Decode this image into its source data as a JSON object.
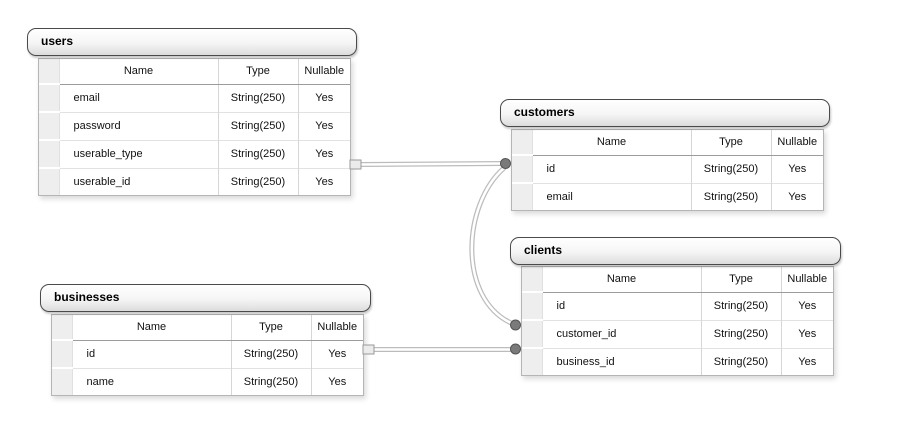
{
  "headers": {
    "name": "Name",
    "type": "Type",
    "nullable": "Nullable"
  },
  "tables": [
    {
      "name": "users",
      "rows": [
        [
          "email",
          "String(250)",
          "Yes"
        ],
        [
          "password",
          "String(250)",
          "Yes"
        ],
        [
          "userable_type",
          "String(250)",
          "Yes"
        ],
        [
          "userable_id",
          "String(250)",
          "Yes"
        ]
      ]
    },
    {
      "name": "customers",
      "rows": [
        [
          "id",
          "String(250)",
          "Yes"
        ],
        [
          "email",
          "String(250)",
          "Yes"
        ]
      ]
    },
    {
      "name": "clients",
      "rows": [
        [
          "id",
          "String(250)",
          "Yes"
        ],
        [
          "customer_id",
          "String(250)",
          "Yes"
        ],
        [
          "business_id",
          "String(250)",
          "Yes"
        ]
      ]
    },
    {
      "name": "businesses",
      "rows": [
        [
          "id",
          "String(250)",
          "Yes"
        ],
        [
          "name",
          "String(250)",
          "Yes"
        ]
      ]
    }
  ],
  "relations": [
    {
      "from": "users.userable_id",
      "to": "customers.id"
    },
    {
      "from": "customers.id",
      "to": "clients.customer_id"
    },
    {
      "from": "businesses.id",
      "to": "clients.business_id"
    }
  ],
  "colors": {
    "tab_border": "#4a4a4a",
    "tab_gradient_bottom": "#dcdcdc",
    "grid_border": "#b5b5b5",
    "pipe_outline": "#bcbcbc",
    "pipe_core": "#ffffff",
    "knob_fill": "#7a7a7a",
    "plug_fill": "#ebebeb"
  }
}
